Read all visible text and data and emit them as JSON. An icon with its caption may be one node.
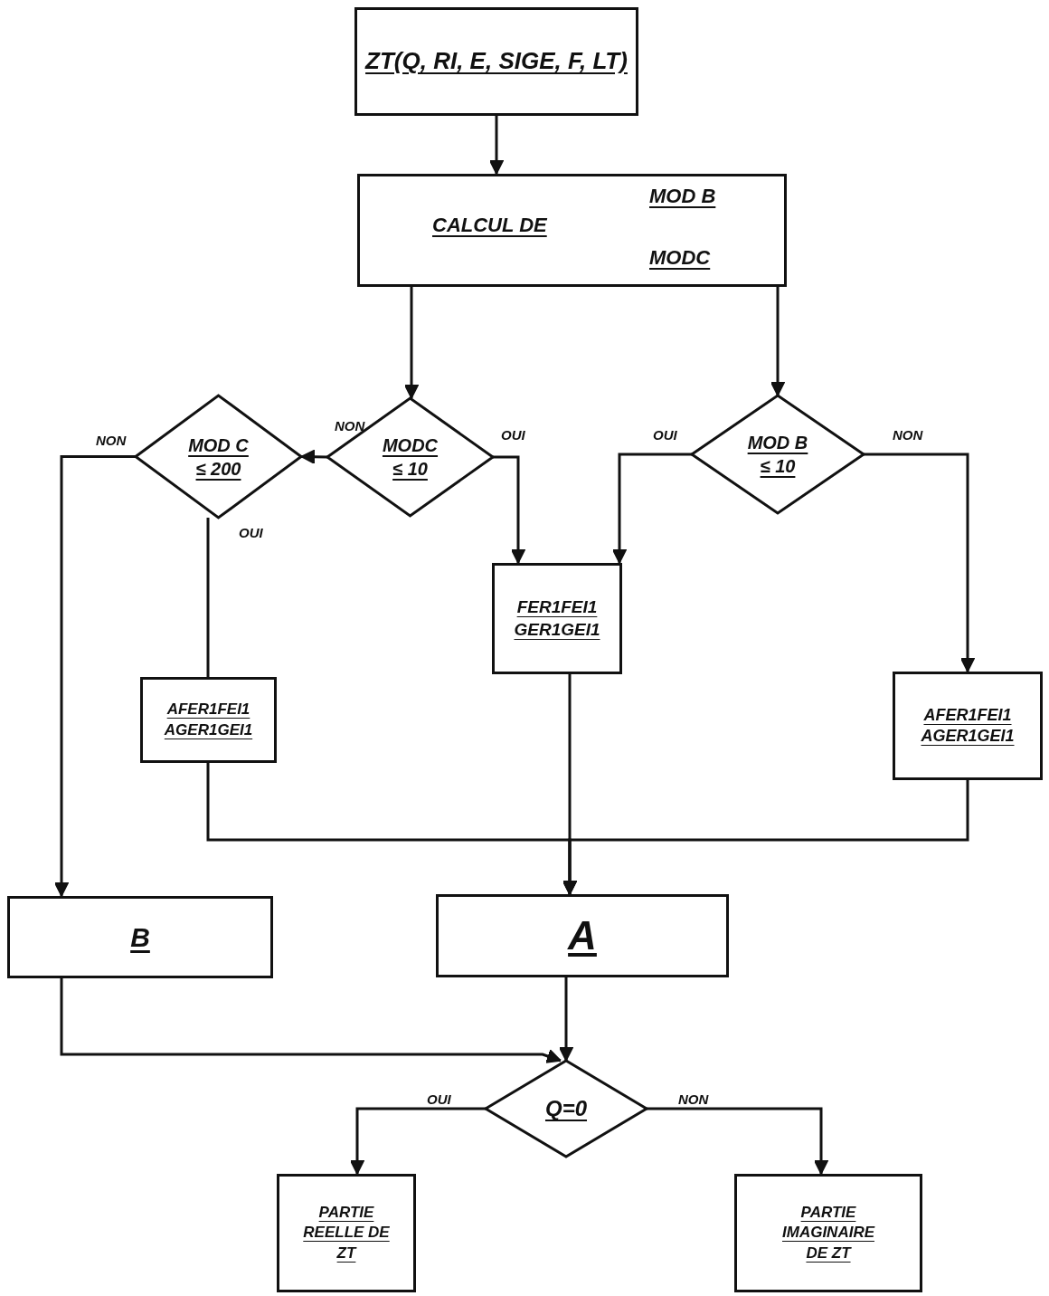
{
  "diagram": {
    "nodes": [
      {
        "text": [
          "ZT(Q, RI, E, SIGE, F, LT)"
        ]
      },
      {
        "text": [
          "CALCUL DE",
          "MOD B",
          "MODC"
        ]
      },
      {
        "text": [
          "MOD C",
          "≤ 200"
        ]
      },
      {
        "text": [
          "MODC",
          "≤ 10"
        ]
      },
      {
        "text": [
          "MOD B",
          "≤ 10"
        ]
      },
      {
        "text": [
          "FER1FEI1",
          "GER1GEI1"
        ]
      },
      {
        "text": [
          "AFER1FEI1",
          "AGER1GEI1"
        ]
      },
      {
        "text": [
          "AFER1FEI1",
          "AGER1GEI1"
        ]
      },
      {
        "text": [
          "B"
        ]
      },
      {
        "text": [
          "A"
        ]
      },
      {
        "text": [
          "Q=0"
        ]
      },
      {
        "text": [
          "PARTIE",
          "REELLE DE",
          "ZT"
        ]
      },
      {
        "text": [
          "PARTIE",
          "IMAGINAIRE",
          "DE ZT"
        ]
      }
    ],
    "edges": [
      {
        "from": 0,
        "to": 1,
        "arrow": "to"
      },
      {
        "from": 1,
        "to": 3,
        "arrow": "to"
      },
      {
        "from": 1,
        "to": 4,
        "arrow": "to"
      },
      {
        "from": 3,
        "to": 2,
        "arrow": "to",
        "label": "NON"
      },
      {
        "from": 3,
        "to": 5,
        "arrow": "to",
        "label": "OUI"
      },
      {
        "from": 4,
        "to": 5,
        "arrow": "to",
        "label": "OUI"
      },
      {
        "from": 4,
        "to": 7,
        "arrow": "to",
        "label": "NON"
      },
      {
        "from": 2,
        "to": 8,
        "arrow": "to",
        "label": "NON"
      },
      {
        "from": 2,
        "to": 6,
        "arrow": "none",
        "label": "OUI"
      },
      {
        "from": 6,
        "to": 9,
        "arrow": "to"
      },
      {
        "from": 5,
        "to": 9,
        "arrow": "to"
      },
      {
        "from": 7,
        "to": 9,
        "arrow": "to"
      },
      {
        "from": 8,
        "to": 10,
        "arrow": "to"
      },
      {
        "from": 9,
        "to": 10,
        "arrow": "to"
      },
      {
        "from": 10,
        "to": 11,
        "arrow": "to",
        "label": "OUI"
      },
      {
        "from": 10,
        "to": 12,
        "arrow": "to",
        "label": "NON"
      }
    ]
  }
}
